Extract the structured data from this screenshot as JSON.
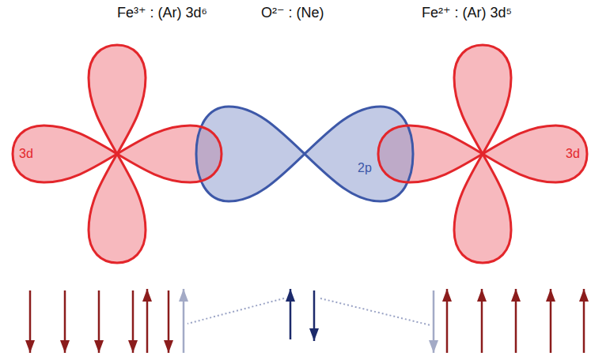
{
  "diagram": {
    "labels": [
      "Fe³⁺ : (Ar) 3d⁶",
      "O²⁻ : (Ne)",
      "Fe²⁺ : (Ar) 3d⁵",
      "3d",
      "2p",
      "3d"
    ]
  }
}
